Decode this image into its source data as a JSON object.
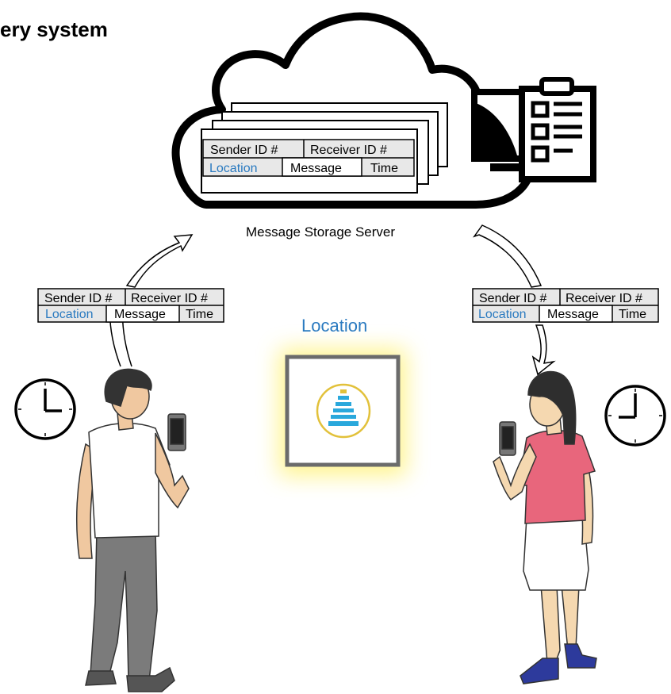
{
  "title": "ery system",
  "server_label": "Message Storage Server",
  "location_label": "Location",
  "message_fields": {
    "sender": "Sender ID #",
    "receiver": "Receiver ID #",
    "location": "Location",
    "message": "Message",
    "time": "Time"
  },
  "colors": {
    "location_blue": "#2a7ac0",
    "glow": "#fff27a",
    "shirt_pink": "#e8667c",
    "pants_gray": "#7b7b7b",
    "shoes_blue": "#2d3a9c",
    "beacon_ring": "#e2c13a",
    "beacon_blue": "#2aa8dc"
  },
  "icons": [
    "cloud-icon",
    "clipboard-icon",
    "monitor-icon",
    "clock-icon",
    "phone-icon",
    "beacon-icon",
    "person-icon"
  ]
}
